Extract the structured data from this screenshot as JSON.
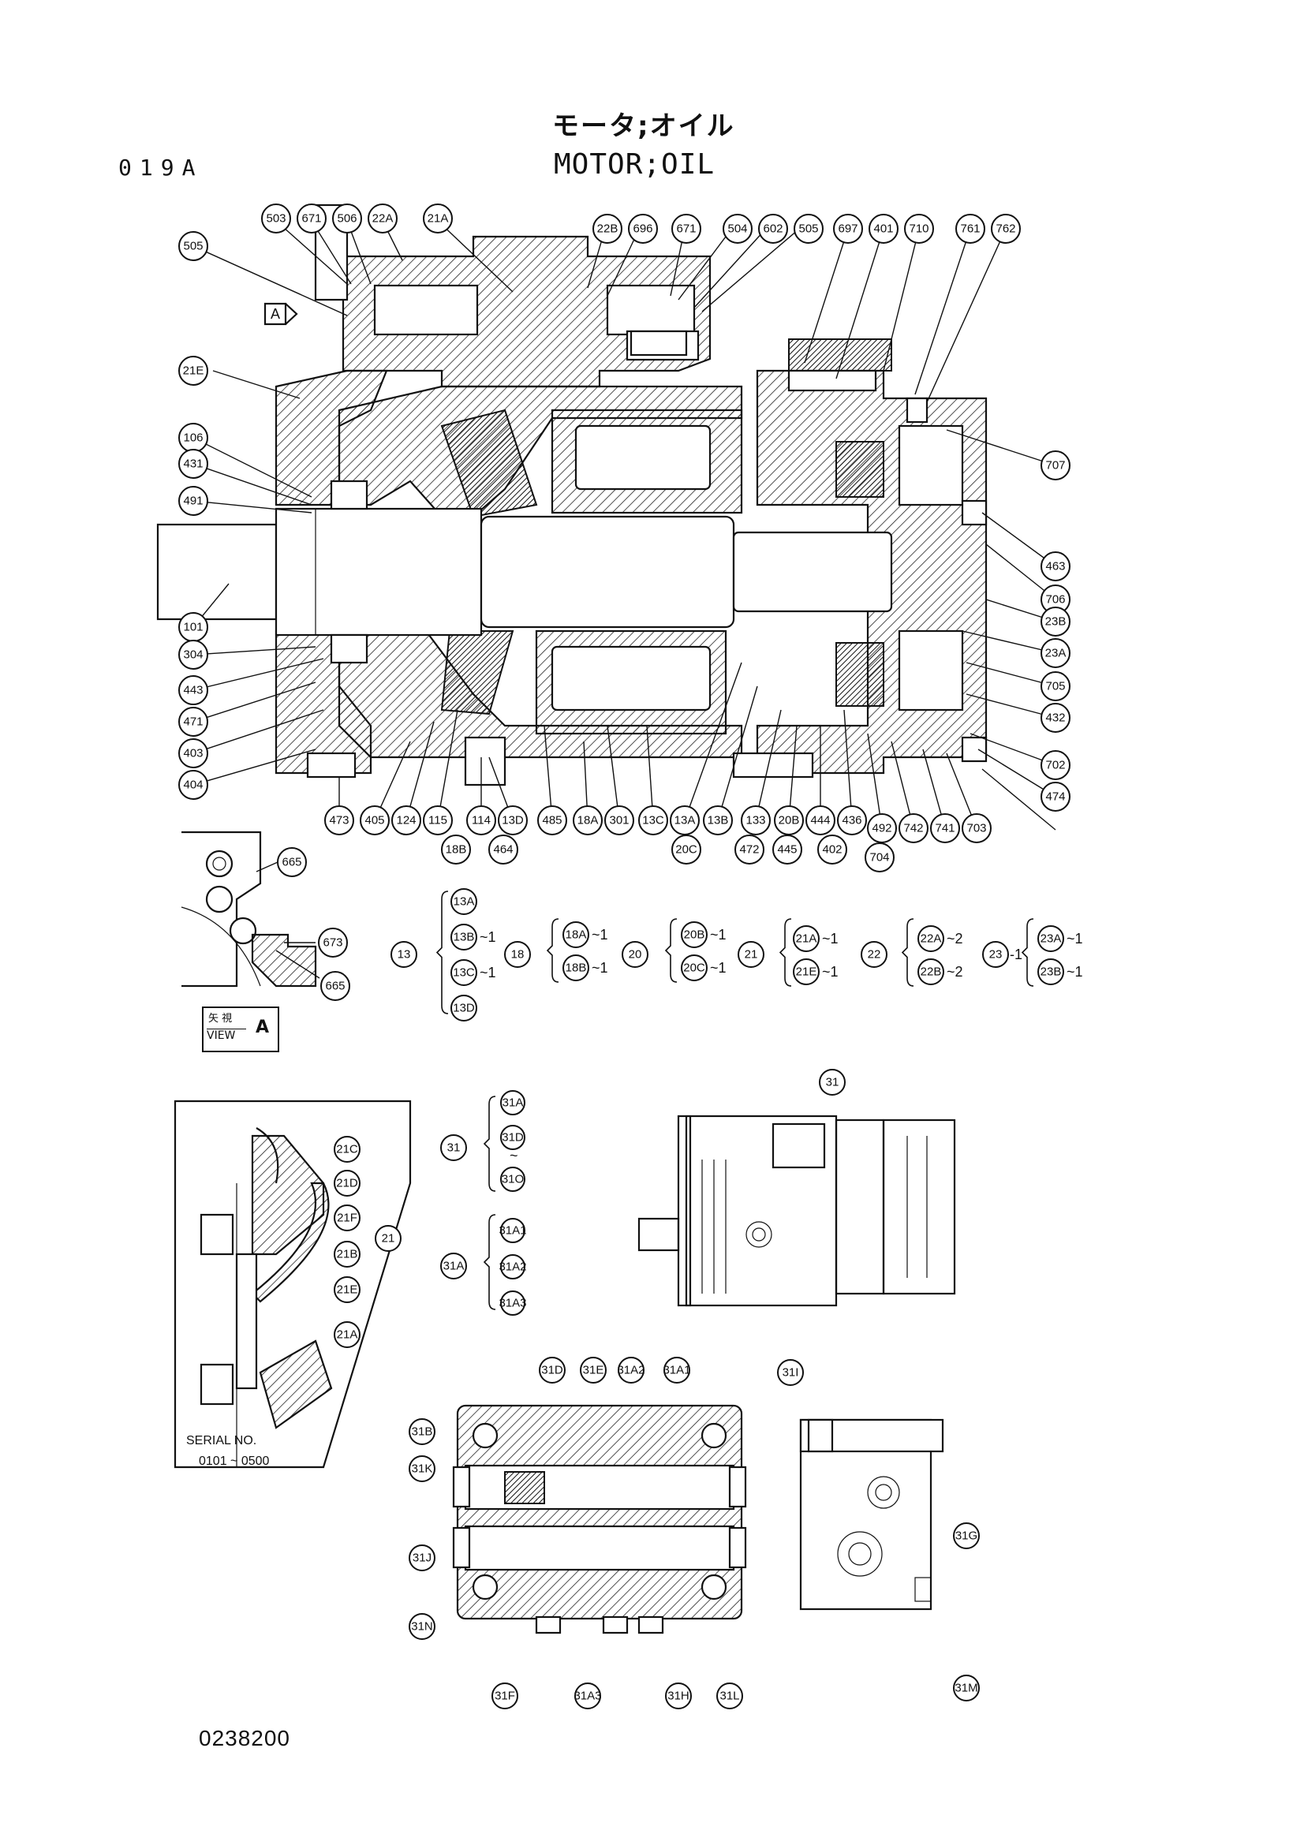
{
  "header": {
    "title_jp": "モータ;オイル",
    "title_en": "MOTOR;OIL",
    "page_code": "019A"
  },
  "footer": {
    "doc_number": "0238200"
  },
  "view_label": {
    "jp": "矢 視",
    "en": "VIEW",
    "letter": "A"
  },
  "section_marker": "A",
  "serial": {
    "label": "SERIAL NO.",
    "range": "0101 ~ 0500"
  },
  "main_callouts": [
    "503",
    "671",
    "506",
    "22A",
    "21A",
    "22B",
    "696",
    "671",
    "504",
    "602",
    "505",
    "697",
    "401",
    "710",
    "761",
    "762",
    "505",
    "21E",
    "106",
    "431",
    "491",
    "707",
    "463",
    "706",
    "23B",
    "101",
    "304",
    "23A",
    "443",
    "705",
    "471",
    "432",
    "403",
    "702",
    "404",
    "474",
    "473",
    "405",
    "124",
    "115",
    "114",
    "13D",
    "485",
    "18A",
    "301",
    "13C",
    "13A",
    "13B",
    "133",
    "20B",
    "444",
    "436",
    "492",
    "742",
    "741",
    "703",
    "18B",
    "464",
    "20C",
    "472",
    "445",
    "402",
    "704"
  ],
  "view_a_callouts": [
    "665",
    "673",
    "665"
  ],
  "group_table": {
    "g13": {
      "label": "13",
      "items": [
        [
          "13A",
          ""
        ],
        [
          "13B",
          "~1"
        ],
        [
          "13C",
          "~1"
        ],
        [
          "13D",
          ""
        ]
      ]
    },
    "g18": {
      "label": "18",
      "items": [
        [
          "18A",
          "~1"
        ],
        [
          "18B",
          "~1"
        ]
      ]
    },
    "g20": {
      "label": "20",
      "items": [
        [
          "20B",
          "~1"
        ],
        [
          "20C",
          "~1"
        ]
      ]
    },
    "g21": {
      "label": "21",
      "items": [
        [
          "21A",
          "~1"
        ],
        [
          "21E",
          "~1"
        ]
      ]
    },
    "g22": {
      "label": "22",
      "items": [
        [
          "22A",
          "~2"
        ],
        [
          "22B",
          "~2"
        ]
      ]
    },
    "g23": {
      "label": "23",
      "suffix": "-1",
      "items": [
        [
          "23A",
          "~1"
        ],
        [
          "23B",
          "~1"
        ]
      ]
    }
  },
  "group31": {
    "label": "31",
    "items": [
      "31A",
      "31D",
      "31O"
    ],
    "tilde": "~"
  },
  "group31A": {
    "label": "31A",
    "items": [
      "31A1",
      "31A2",
      "31A3"
    ]
  },
  "detail_callouts": [
    "21C",
    "21D",
    "21F",
    "21B",
    "21E",
    "21A",
    "21"
  ],
  "valve_callouts": [
    "31",
    "31D",
    "31E",
    "31A2",
    "31A1",
    "31I",
    "31B",
    "31K",
    "31J",
    "31N",
    "31F",
    "31A3",
    "31H",
    "31L",
    "31G",
    "31M"
  ]
}
